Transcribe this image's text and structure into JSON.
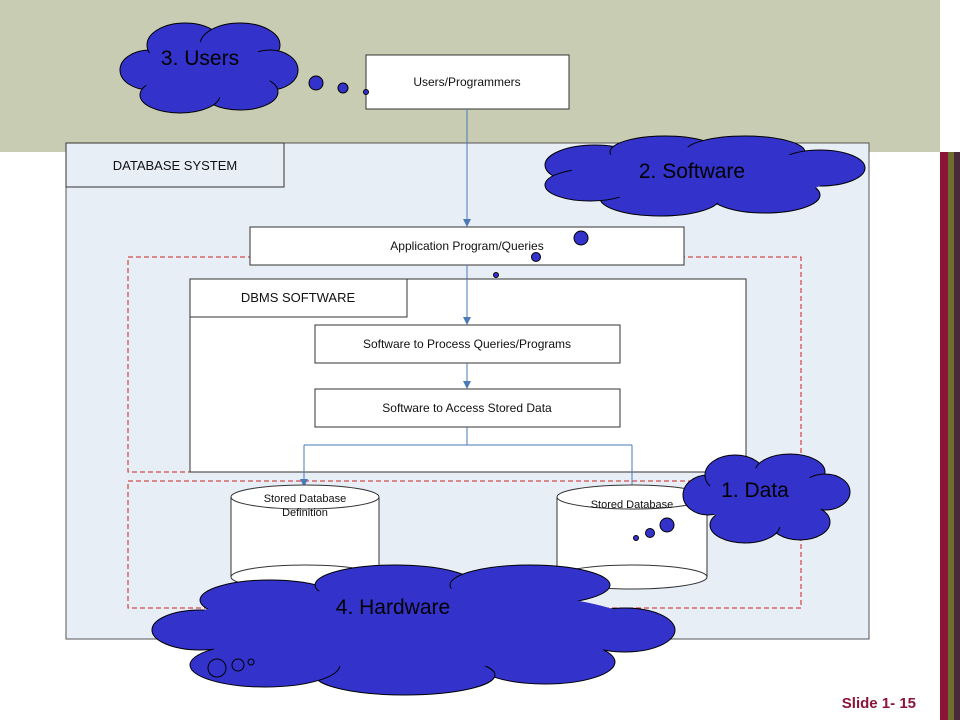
{
  "labels": {
    "users_programmers": "Users/Programmers",
    "database_system": "DATABASE SYSTEM",
    "application_program": "Application Program/Queries",
    "dbms_software": "DBMS SOFTWARE",
    "process_queries": "Software to Process Queries/Programs",
    "access_stored_data": "Software to Access Stored Data",
    "stored_db_definition_line1": "Stored Database",
    "stored_db_definition_line2": "Definition",
    "stored_database": "Stored Database"
  },
  "callouts": {
    "users": "3. Users",
    "software": "2. Software",
    "data": "1. Data",
    "hardware": "4. Hardware"
  },
  "footer": {
    "slide_number": "Slide 1- 15"
  },
  "colors": {
    "header_band": "#c8ccb3",
    "cloud_fill": "#3333cc",
    "dashed_border": "#cc2222",
    "arrow": "#4a7ab8",
    "panel_fill": "#e8eef6",
    "stripe_olive": "#6b7030",
    "stripe_maroon": "#8b1538"
  }
}
